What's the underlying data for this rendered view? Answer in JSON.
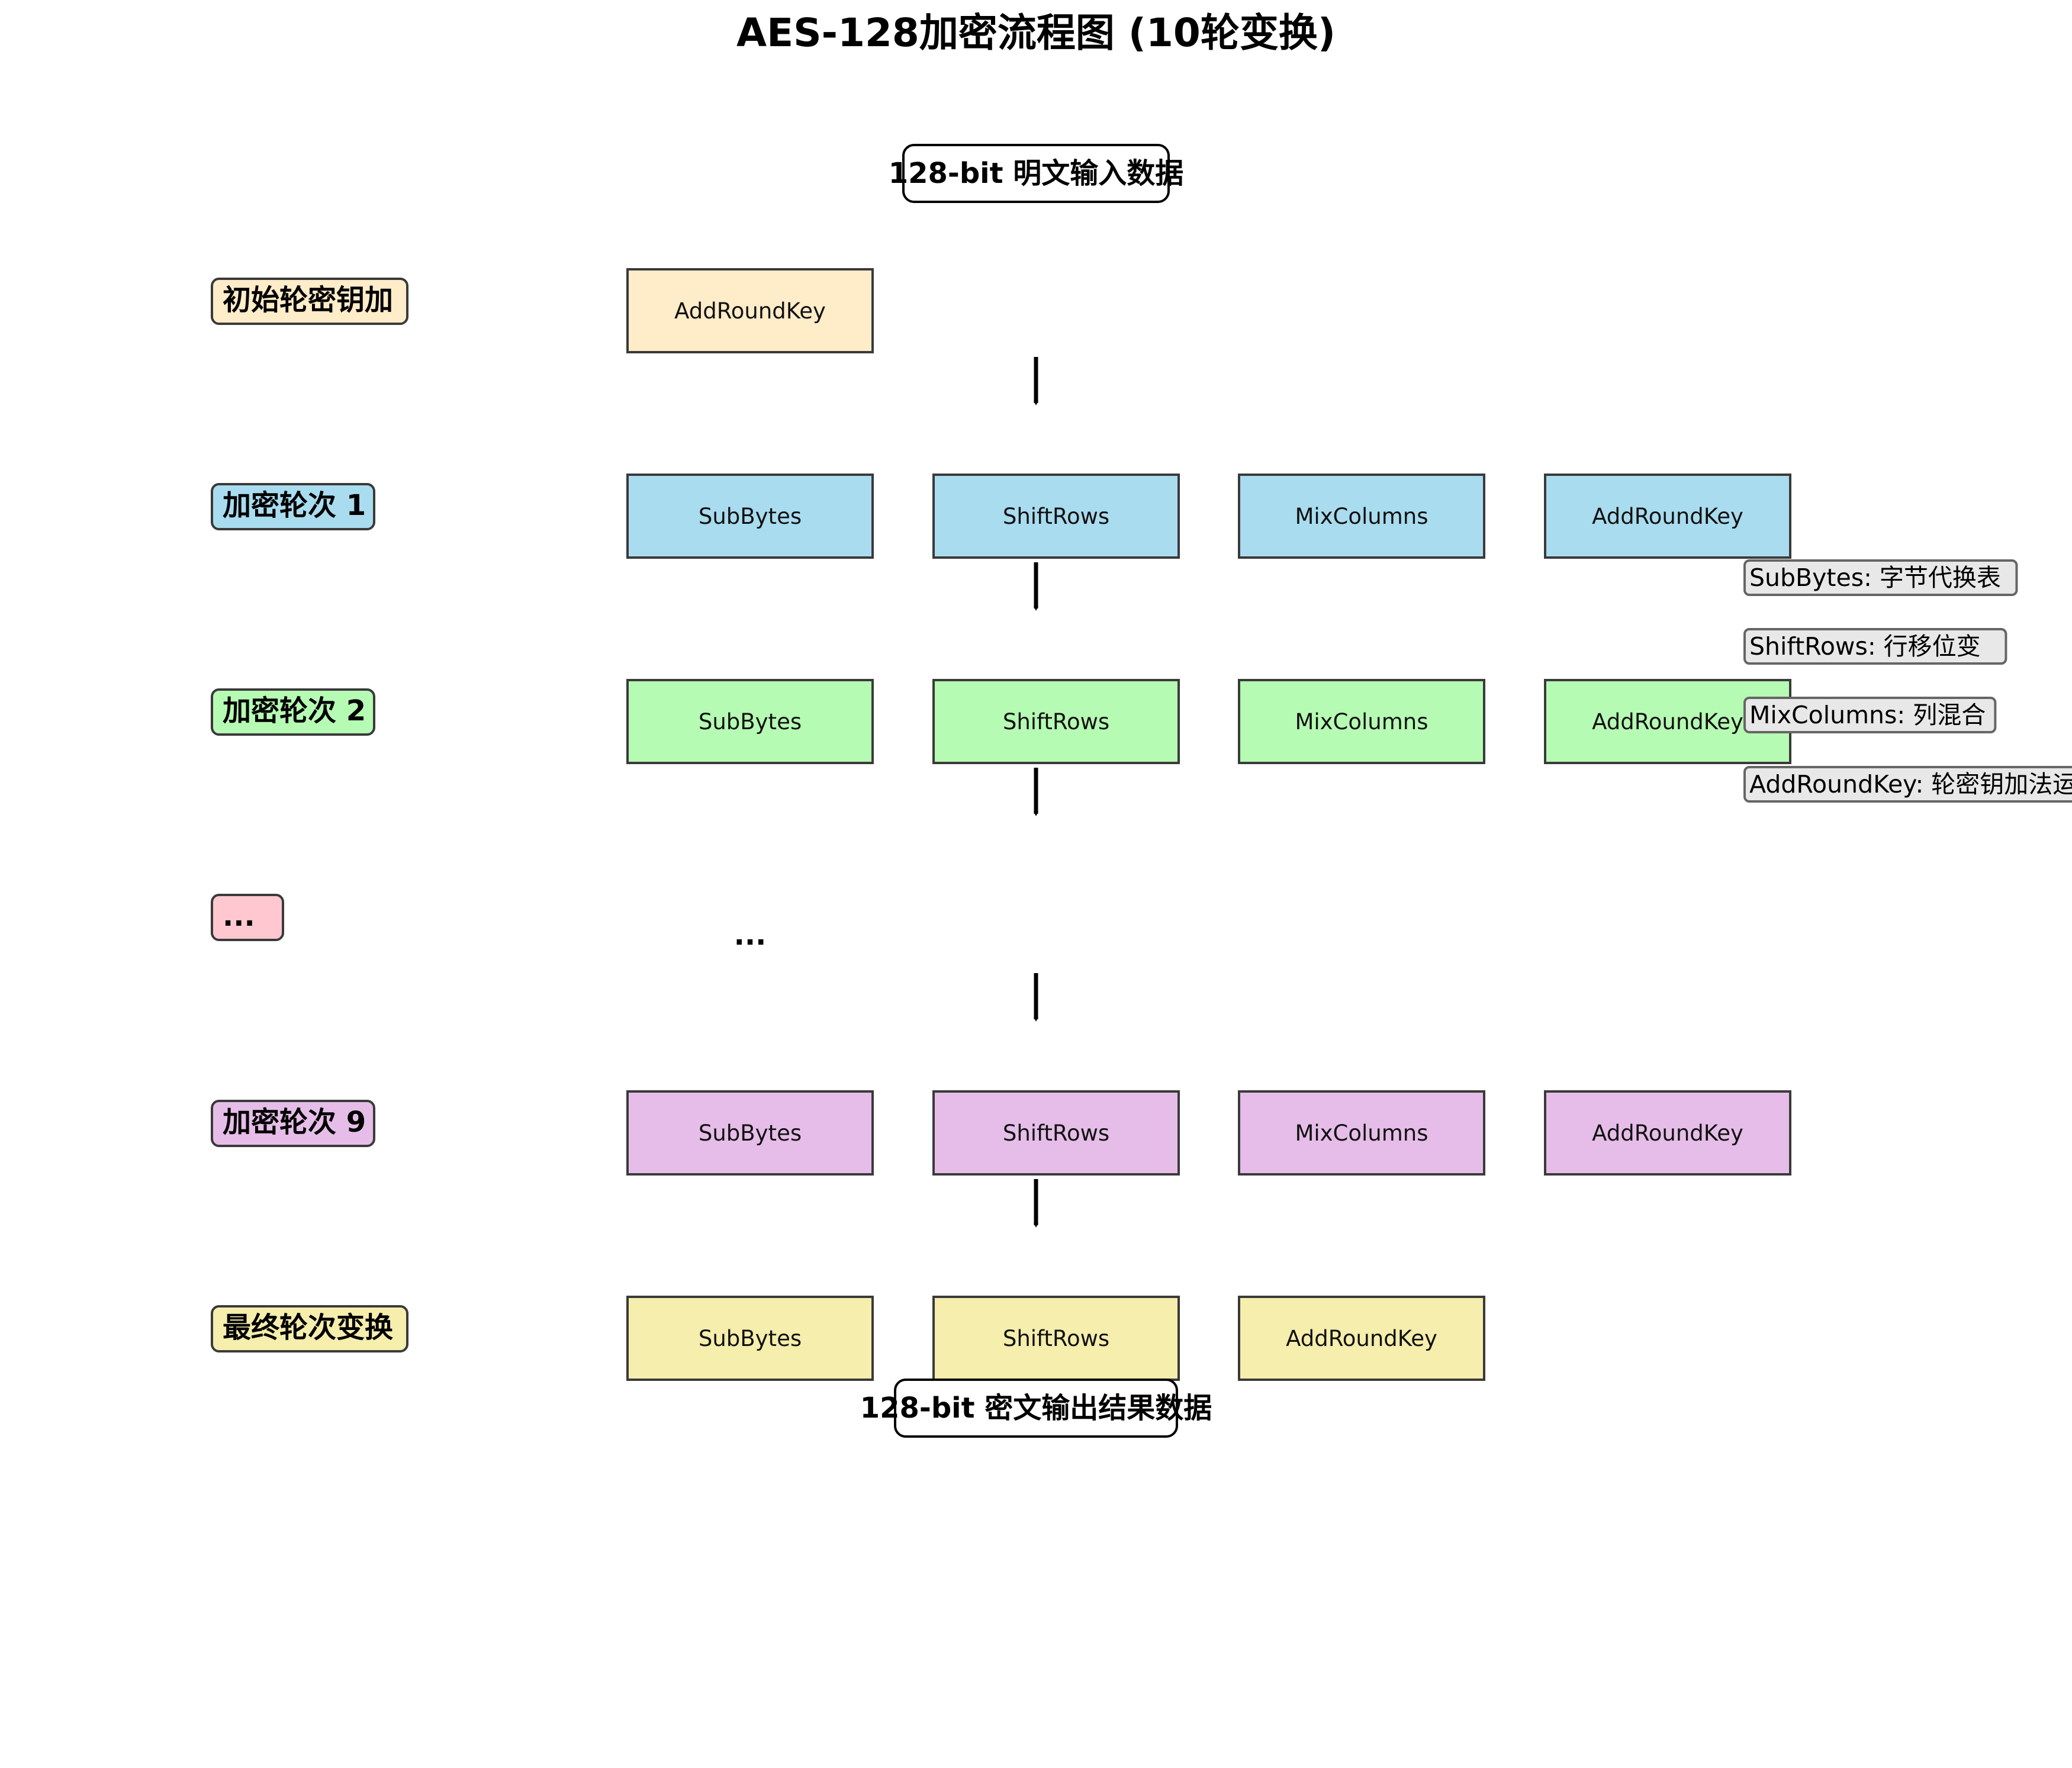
{
  "diagram": {
    "title": "AES-128加密流程图 (10轮变换)",
    "input_label": "128-bit 明文输入数据",
    "output_label": "128-bit 密文输出结果数据",
    "ellipsis_ops": "...",
    "colors": {
      "initial": "#ffecc9",
      "round1": "#a9dcef",
      "round2": "#b6fbb3",
      "ellipsis": "#ffc8d0",
      "round9": "#e6bde8",
      "final": "#f5eeac",
      "legend": "#e8e8e8",
      "stroke": "#3a3a3a"
    },
    "rounds": [
      {
        "label": "初始轮密钥加",
        "color_key": "initial",
        "ops": [
          "AddRoundKey"
        ]
      },
      {
        "label": "加密轮次 1",
        "color_key": "round1",
        "ops": [
          "SubBytes",
          "ShiftRows",
          "MixColumns",
          "AddRoundKey"
        ]
      },
      {
        "label": "加密轮次 2",
        "color_key": "round2",
        "ops": [
          "SubBytes",
          "ShiftRows",
          "MixColumns",
          "AddRoundKey"
        ]
      },
      {
        "label": "...",
        "color_key": "ellipsis",
        "ops": []
      },
      {
        "label": "加密轮次 9",
        "color_key": "round9",
        "ops": [
          "SubBytes",
          "ShiftRows",
          "MixColumns",
          "AddRoundKey"
        ]
      },
      {
        "label": "最终轮次变换",
        "color_key": "final",
        "ops": [
          "SubBytes",
          "ShiftRows",
          "AddRoundKey"
        ]
      }
    ],
    "legend": [
      "SubBytes: 字节代换表",
      "ShiftRows: 行移位变",
      "MixColumns: 列混合",
      "AddRoundKey: 轮密钥加法运算"
    ]
  }
}
